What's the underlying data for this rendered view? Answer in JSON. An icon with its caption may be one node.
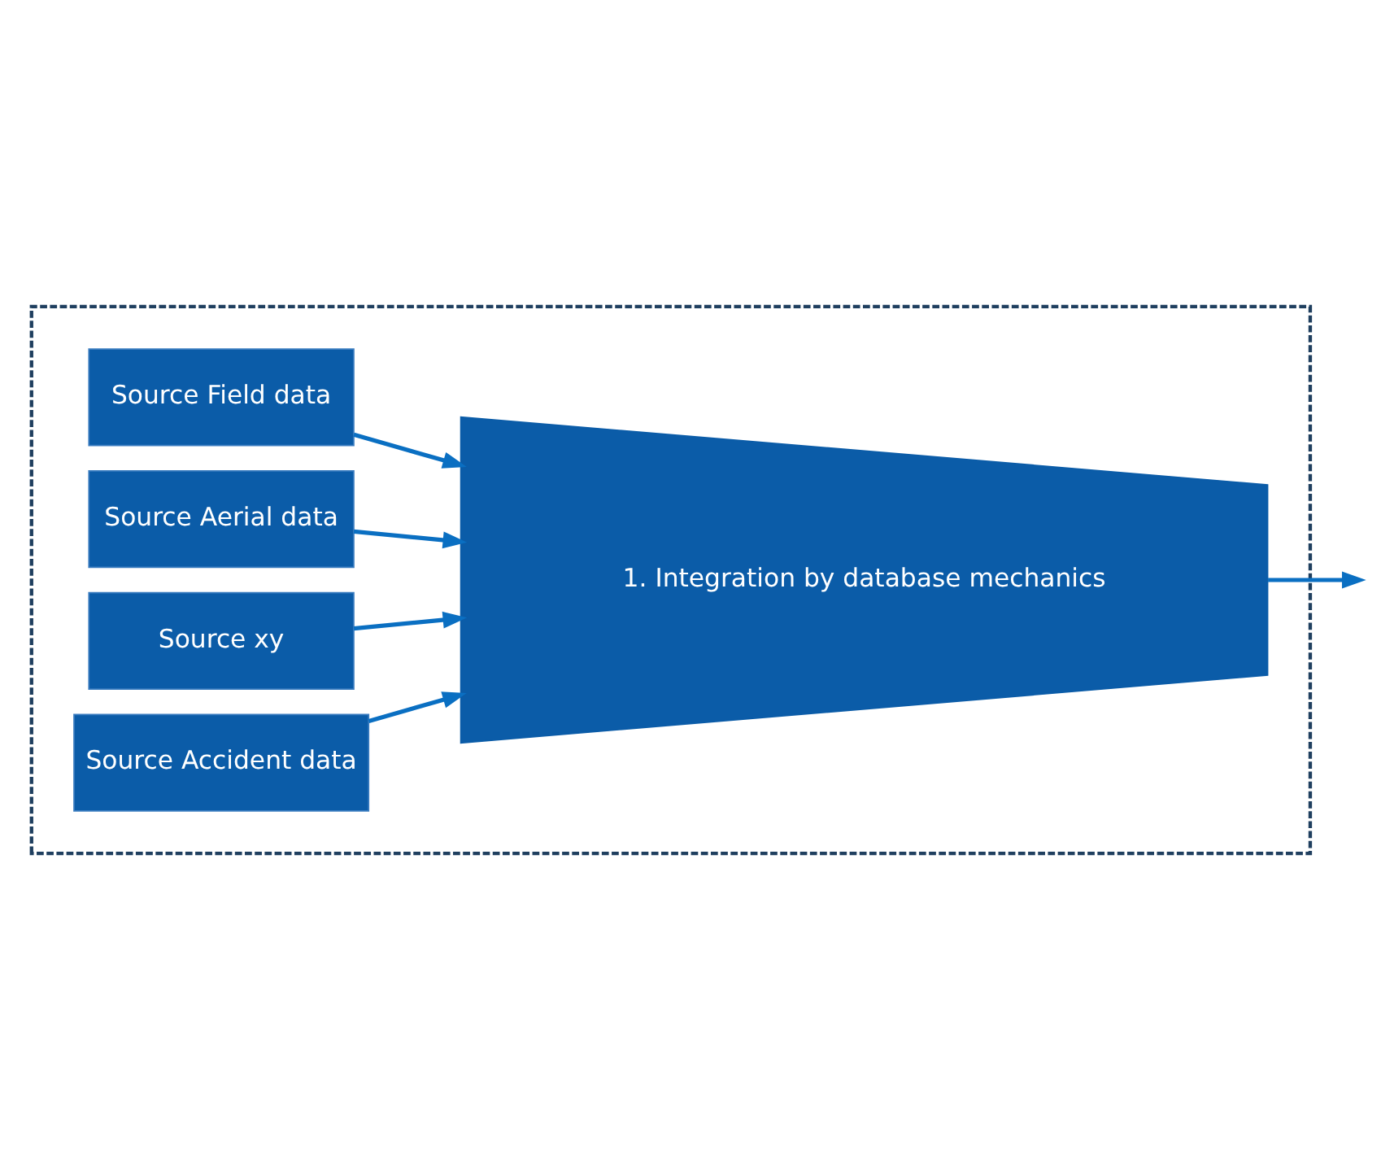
{
  "diagram": {
    "nodes": [
      {
        "text": [],
        "shape": "box"
      },
      {
        "text": [
          "Source Field data"
        ],
        "in": 0
      },
      {
        "text": [
          "Source Aerial data"
        ],
        "in": 0
      },
      {
        "text": [
          "Source xy"
        ],
        "in": 0
      },
      {
        "text": [
          "Source Accident data"
        ],
        "in": 0
      },
      {
        "text": [
          "1. Integration by database mechanics"
        ],
        "in": 0
      }
    ],
    "edges": [
      {
        "from": 1,
        "to": 5,
        "arrow": "to"
      },
      {
        "from": 2,
        "to": 5,
        "arrow": "to"
      },
      {
        "from": 3,
        "to": 5,
        "arrow": "to"
      },
      {
        "from": 4,
        "to": 5,
        "arrow": "to"
      },
      {
        "from": 5,
        "to": null,
        "arrow": "to"
      }
    ]
  }
}
